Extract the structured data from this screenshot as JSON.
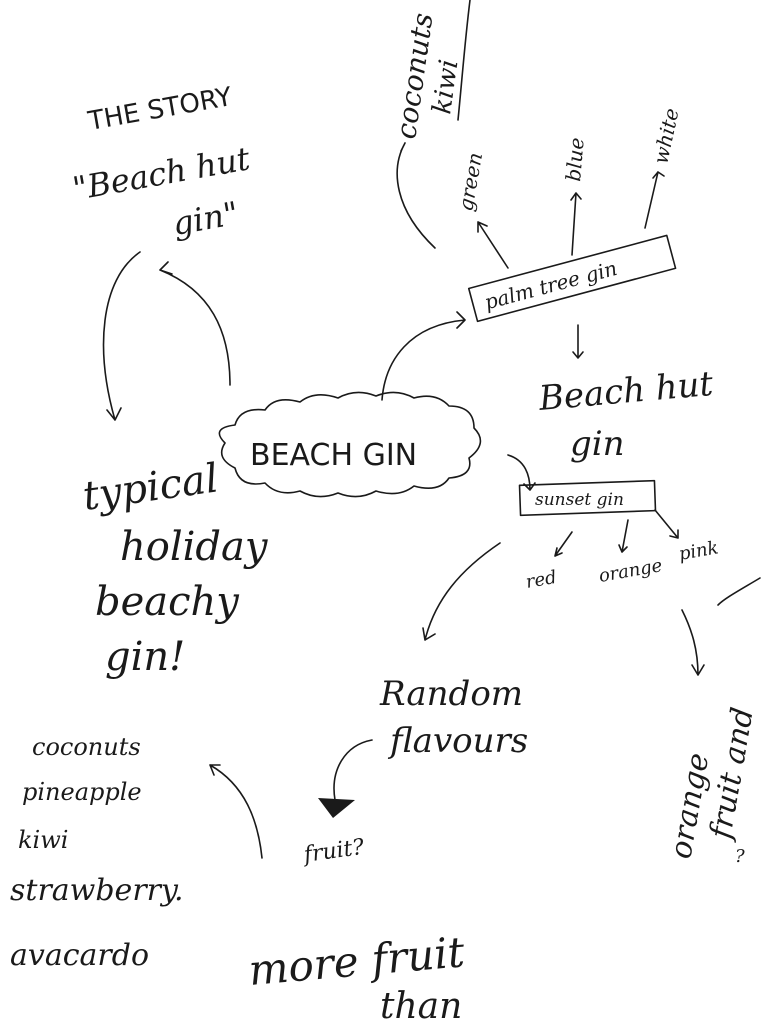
{
  "central": "BEACH GIN",
  "story": {
    "heading": "THE STORY",
    "line1": "\"Beach hut",
    "line2": "gin\""
  },
  "typical": {
    "line1": "typical",
    "line2": "holiday",
    "line3": "beachy",
    "line4": "gin!"
  },
  "palm_tree": {
    "label": "palm tree gin",
    "coconuts": "coconuts",
    "kiwi": "kiwi",
    "colours": [
      "green",
      "blue",
      "white"
    ],
    "beach_hut_1": "Beach hut",
    "beach_hut_2": "gin"
  },
  "sunset": {
    "label": "sunset gin",
    "colours": [
      "red",
      "orange",
      "pink"
    ]
  },
  "orange_fruit": {
    "line1": "orange",
    "line2": "fruit and",
    "line3": "?"
  },
  "random": {
    "line1": "Random",
    "line2": "flavours",
    "fruit": "fruit?"
  },
  "fruit_list": [
    "coconuts",
    "pineapple",
    "kiwi",
    "strawberry.",
    "avacardo"
  ],
  "more": {
    "line1": "more fruit",
    "line2": "than"
  },
  "colors": {
    "ink": "#1a1a1a",
    "paper": "#ffffff"
  }
}
